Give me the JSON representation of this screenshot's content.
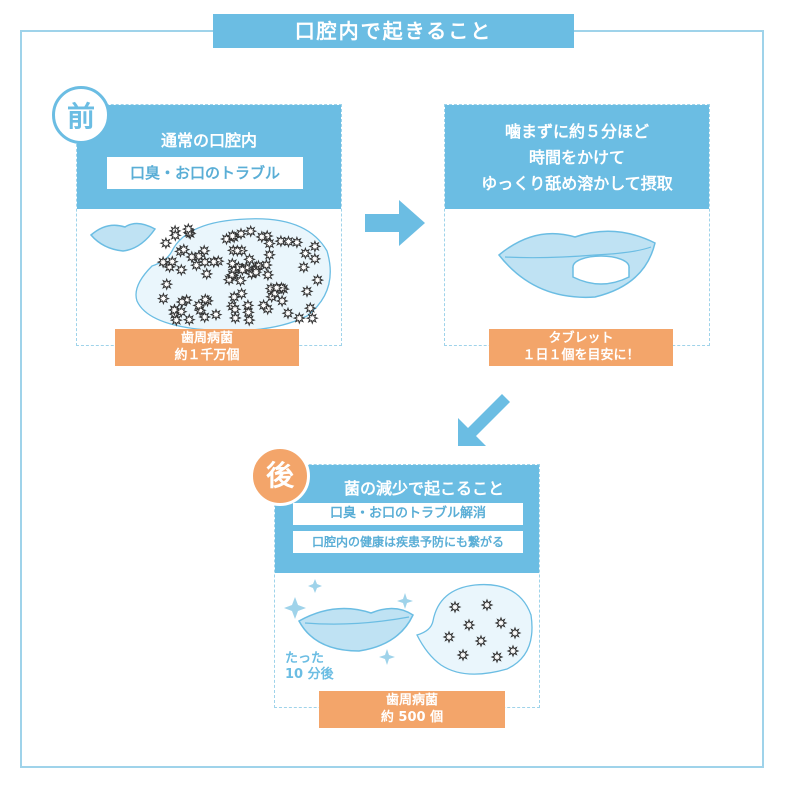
{
  "title": "口腔内で起きること",
  "badges": {
    "before": "前",
    "after": "後"
  },
  "panel_before": {
    "heading": "通常の口腔内",
    "sub": "口臭・お口のトラブル",
    "label_line1": "歯周病菌",
    "label_line2": "約１千万個"
  },
  "panel_tablet": {
    "heading_line1": "噛まずに約５分ほど",
    "heading_line2": "時間をかけて",
    "heading_line3": "ゆっくり舐め溶かして摂取",
    "label_line1": "タブレット",
    "label_line2": "１日１個を目安に！"
  },
  "panel_after": {
    "heading": "菌の減少で起こること",
    "sub1": "口臭・お口のトラブル解消",
    "sub2": "口腔内の健康は疾患予防にも繋がる",
    "time_line1": "たった",
    "time_line2": "10 分後",
    "label_line1": "歯周病菌",
    "label_line2": "約 500 個"
  },
  "colors": {
    "accent_blue": "#6bbde3",
    "orange": "#f3a56a",
    "frame": "#9fd3ea"
  }
}
